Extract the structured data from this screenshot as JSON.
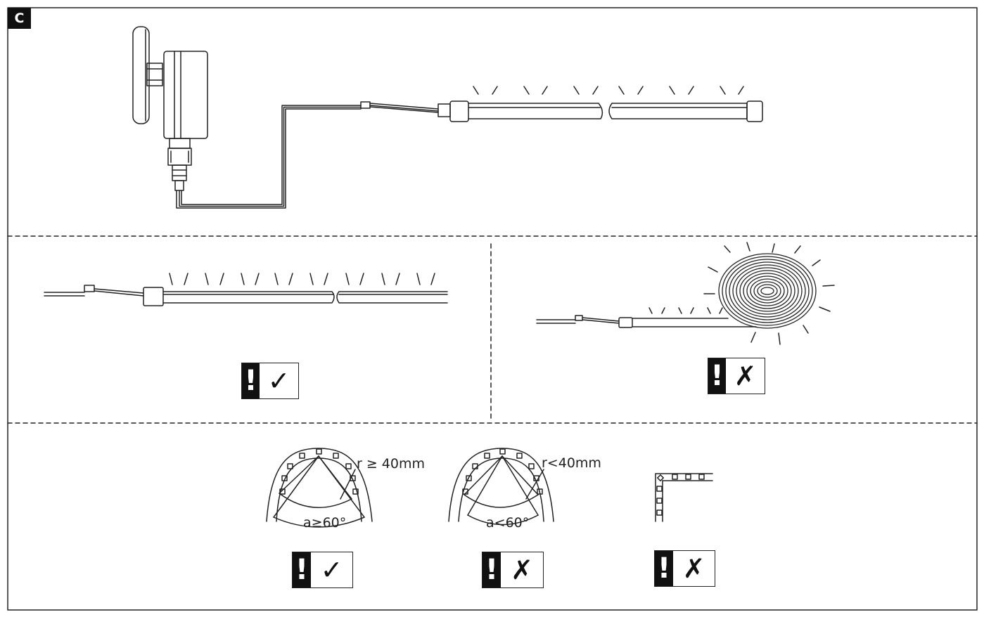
{
  "panel": {
    "label": "C"
  },
  "bend_ok": {
    "radius_label": "r ≥ 40mm",
    "angle_label": "a≥60°"
  },
  "bend_bad": {
    "radius_label": "r<40mm",
    "angle_label": "a<60°"
  },
  "warnings": [
    {
      "symbol": "!",
      "mark": "✓",
      "meaning": "ok"
    },
    {
      "symbol": "!",
      "mark": "✗",
      "meaning": "not-ok"
    },
    {
      "symbol": "!",
      "mark": "✓",
      "meaning": "ok"
    },
    {
      "symbol": "!",
      "mark": "✗",
      "meaning": "not-ok"
    },
    {
      "symbol": "!",
      "mark": "✗",
      "meaning": "not-ok"
    }
  ],
  "colors": {
    "line": "#222222",
    "badge": "#111111",
    "background": "#ffffff"
  }
}
